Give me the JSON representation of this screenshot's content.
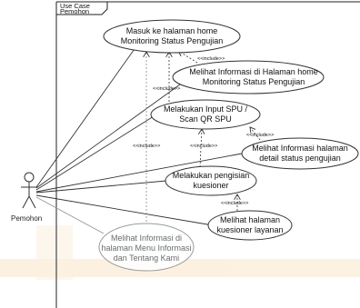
{
  "frame": {
    "title_line1": "Use Case",
    "title_line2": "Pemohon"
  },
  "actor": {
    "name": "Pemohon"
  },
  "use_cases": {
    "home": [
      "Masuk ke halaman home",
      "Monitoring Status Pengujian"
    ],
    "info_home": [
      "Melihat Informasi di Halaman home",
      "Monitoring Status Pengujian"
    ],
    "input_spu": [
      "Melakukan Input SPU /",
      "Scan QR SPU"
    ],
    "detail_status": [
      "Melihat Informasi halaman",
      "detail status pengujian"
    ],
    "kuesioner": [
      "Melakukan pengisian",
      "kuesioner"
    ],
    "layanan": [
      "Melihat halaman",
      "kuesioner layanan"
    ],
    "menu_info": [
      "Melihat Informasi di",
      "halaman Menu Informasi",
      "dan Tentang Kami"
    ]
  },
  "stereotypes": {
    "include": "<<include>>"
  },
  "colors": {
    "line": "#333333",
    "watermark": "#f2c27a",
    "faded_usecase": "#9a9a9a"
  }
}
